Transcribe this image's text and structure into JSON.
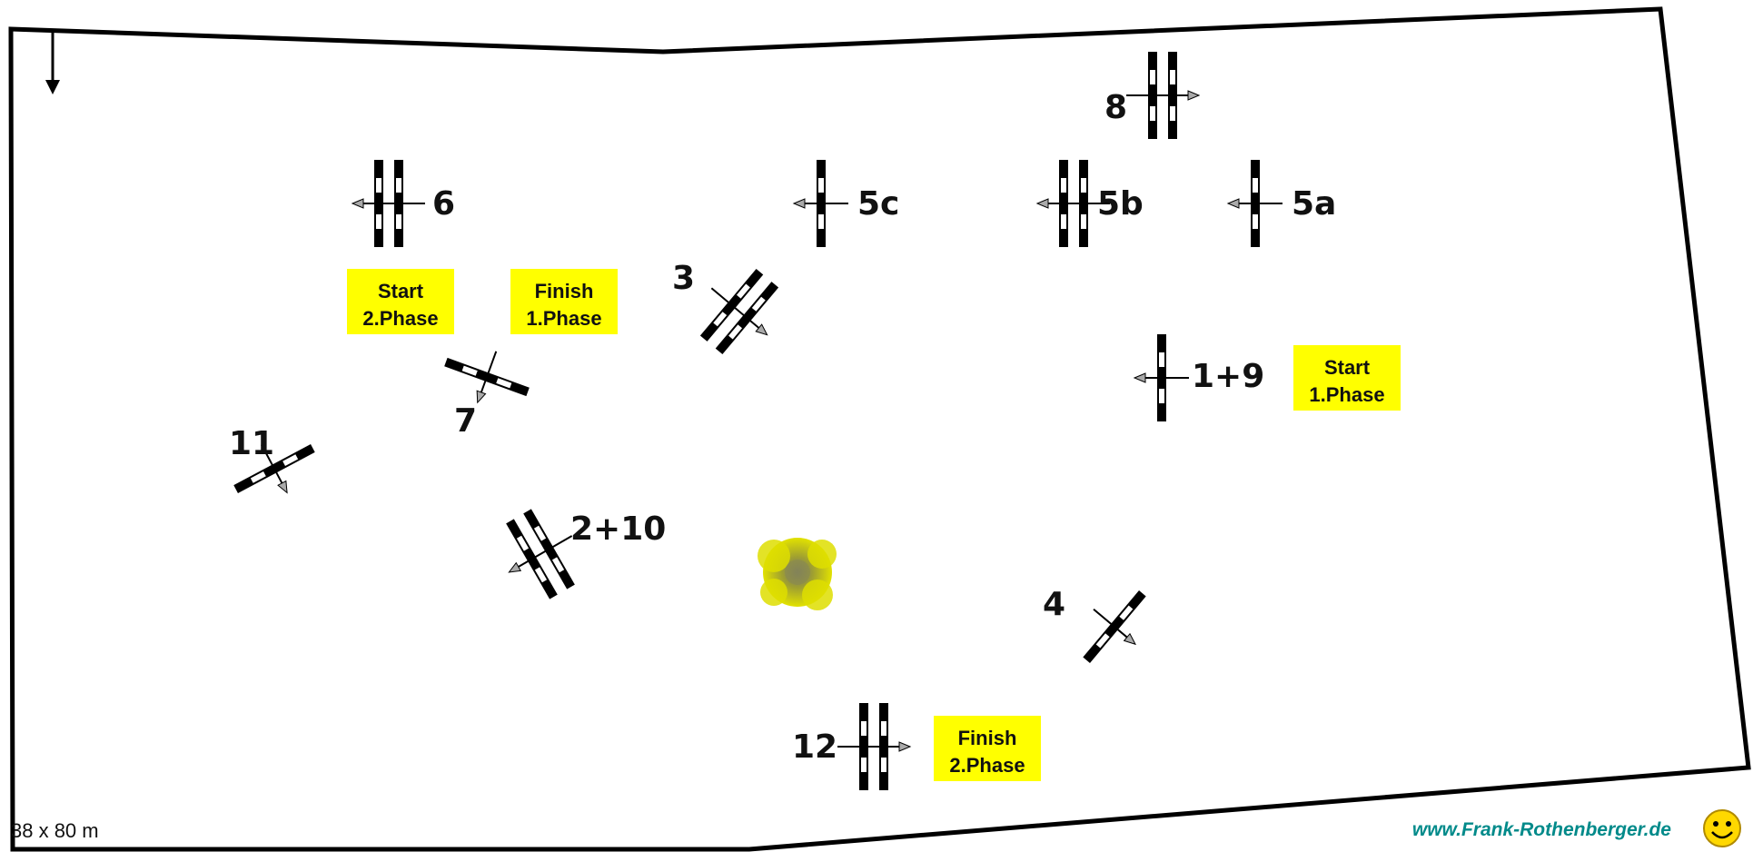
{
  "labels": {
    "f1": "1+9",
    "f2": "2+10",
    "f3": "3",
    "f4": "4",
    "f5a": "5a",
    "f5b": "5b",
    "f5c": "5c",
    "f6": "6",
    "f7": "7",
    "f8": "8",
    "f11": "11",
    "f12": "12"
  },
  "boxes": {
    "start1": [
      "Start",
      "1.Phase"
    ],
    "finish1": [
      "Finish",
      "1.Phase"
    ],
    "start2": [
      "Start",
      "2.Phase"
    ],
    "finish2": [
      "Finish",
      "2.Phase"
    ]
  },
  "footer": {
    "dimensions": "38 x 80 m",
    "website": "www.Frank-Rothenberger.de"
  },
  "colors": {
    "phase_box": "#ffff00",
    "website": "#008a8a",
    "tree": "#d8d800"
  }
}
